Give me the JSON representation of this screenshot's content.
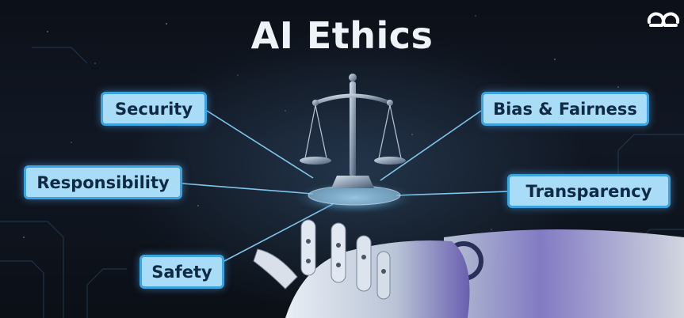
{
  "title": "AI Ethics",
  "brand": {
    "logo_icon": "geeksforgeeks-logo-icon"
  },
  "labels": {
    "security": "Security",
    "responsibility": "Responsibility",
    "safety": "Safety",
    "bias_fairness": "Bias & Fairness",
    "transparency": "Transparency"
  },
  "colors": {
    "tag_fill": "#a9dcf7",
    "tag_border": "#3aa3e0",
    "tag_text": "#0e2a44",
    "title_text": "#eef3f8",
    "background": "#0c1018"
  },
  "illustration": {
    "scale_icon": "scales-of-justice-icon",
    "hand_icon": "robotic-hand-icon"
  }
}
